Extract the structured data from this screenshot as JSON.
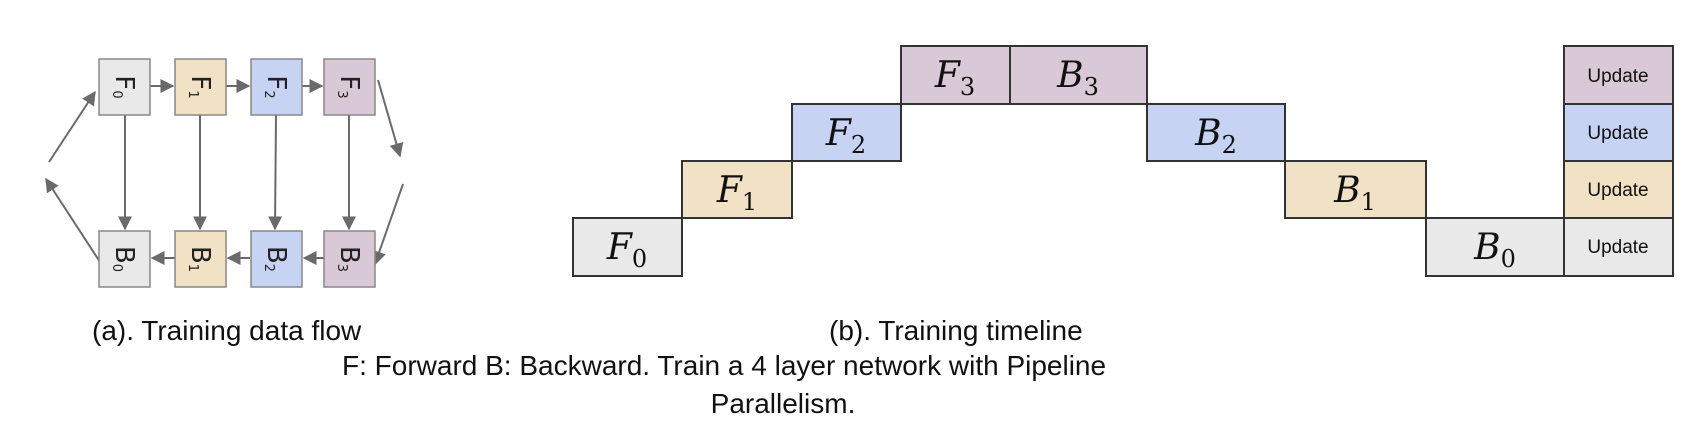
{
  "colors": {
    "layer0": "#e9e9e9",
    "layer1": "#f1e1c5",
    "layer2": "#c6d3f3",
    "layer3": "#d9c8d5",
    "border": "#333333",
    "arrow": "#6a6a6a"
  },
  "dataflow": {
    "forward": [
      {
        "letter": "F",
        "sub": "0"
      },
      {
        "letter": "F",
        "sub": "1"
      },
      {
        "letter": "F",
        "sub": "2"
      },
      {
        "letter": "F",
        "sub": "3"
      }
    ],
    "backward": [
      {
        "letter": "B",
        "sub": "0"
      },
      {
        "letter": "B",
        "sub": "1"
      },
      {
        "letter": "B",
        "sub": "2"
      },
      {
        "letter": "B",
        "sub": "3"
      }
    ]
  },
  "timeline": {
    "forward": [
      {
        "letter": "F",
        "sub": "0"
      },
      {
        "letter": "F",
        "sub": "1"
      },
      {
        "letter": "F",
        "sub": "2"
      },
      {
        "letter": "F",
        "sub": "3"
      }
    ],
    "backward": [
      {
        "letter": "B",
        "sub": "0"
      },
      {
        "letter": "B",
        "sub": "1"
      },
      {
        "letter": "B",
        "sub": "2"
      },
      {
        "letter": "B",
        "sub": "3"
      }
    ],
    "update_label": "Update"
  },
  "captions": {
    "a": "(a). Training data flow",
    "b": "(b). Training timeline",
    "line1": "F: Forward  B: Backward. Train a 4 layer network with Pipeline",
    "line2": "Parallelism."
  }
}
